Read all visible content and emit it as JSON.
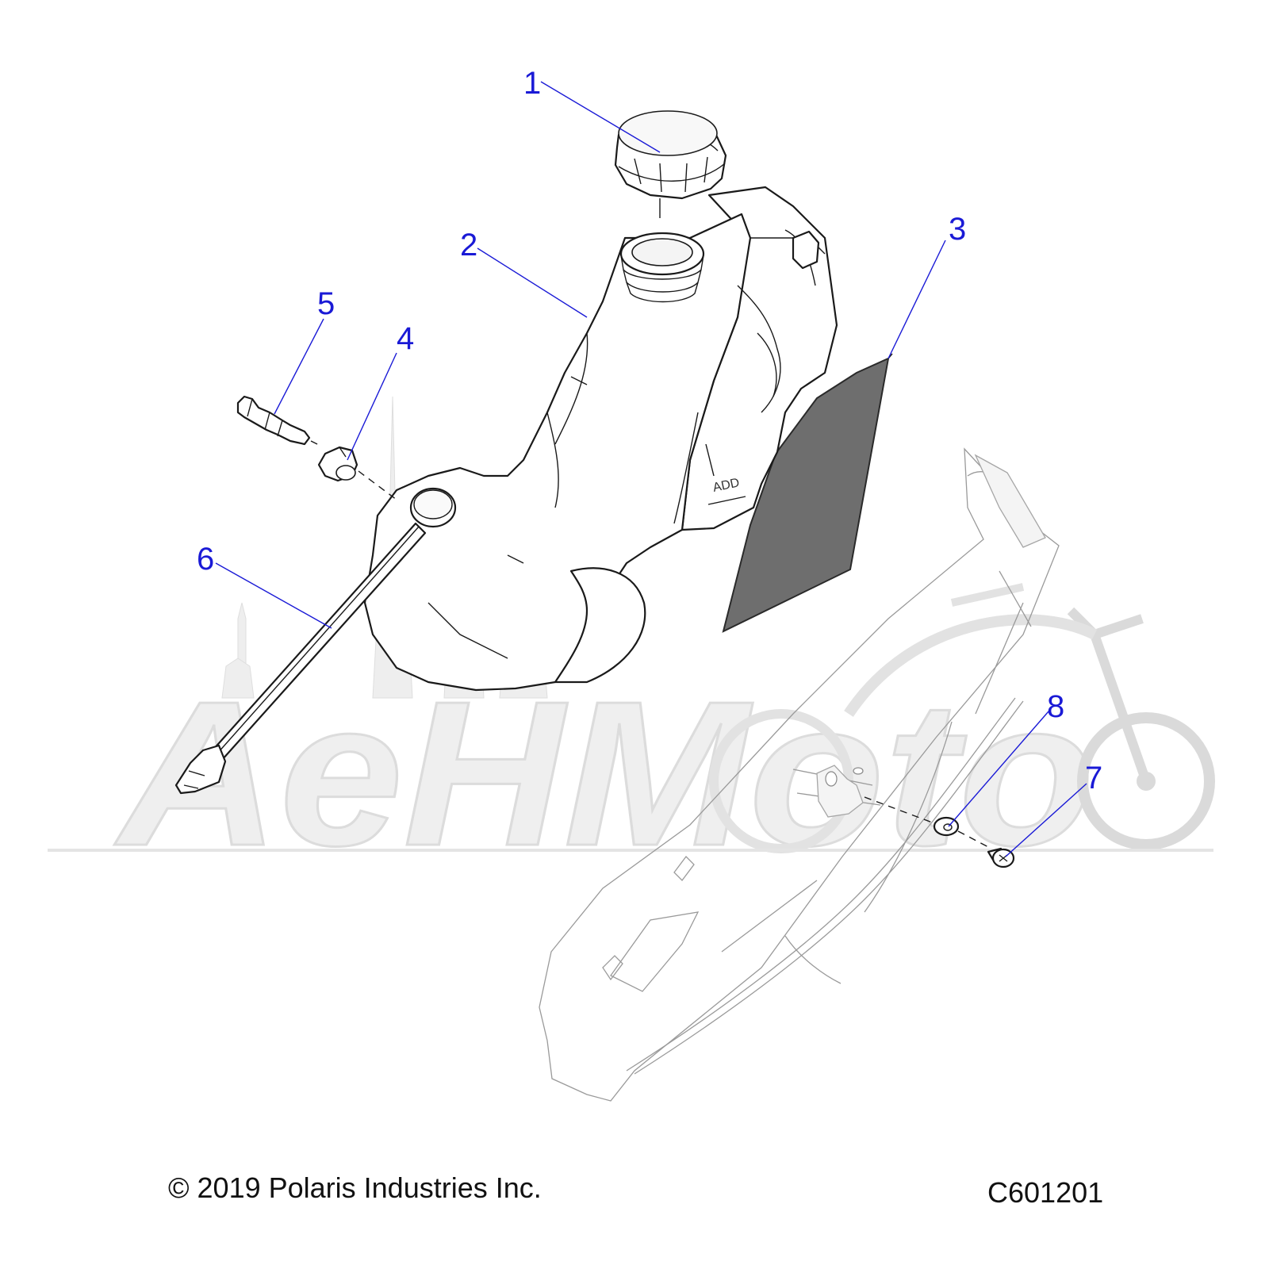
{
  "diagram": {
    "callouts": [
      {
        "id": "1",
        "label": "1"
      },
      {
        "id": "2",
        "label": "2"
      },
      {
        "id": "3",
        "label": "3"
      },
      {
        "id": "4",
        "label": "4"
      },
      {
        "id": "5",
        "label": "5"
      },
      {
        "id": "6",
        "label": "6"
      },
      {
        "id": "7",
        "label": "7"
      },
      {
        "id": "8",
        "label": "8"
      }
    ],
    "tank_marking": "ADD",
    "watermark_text": "AeHMoto",
    "callout_color": "#1a1ad6"
  },
  "footer": {
    "copyright": "© 2019 Polaris Industries Inc.",
    "drawing_number": "C601201"
  }
}
